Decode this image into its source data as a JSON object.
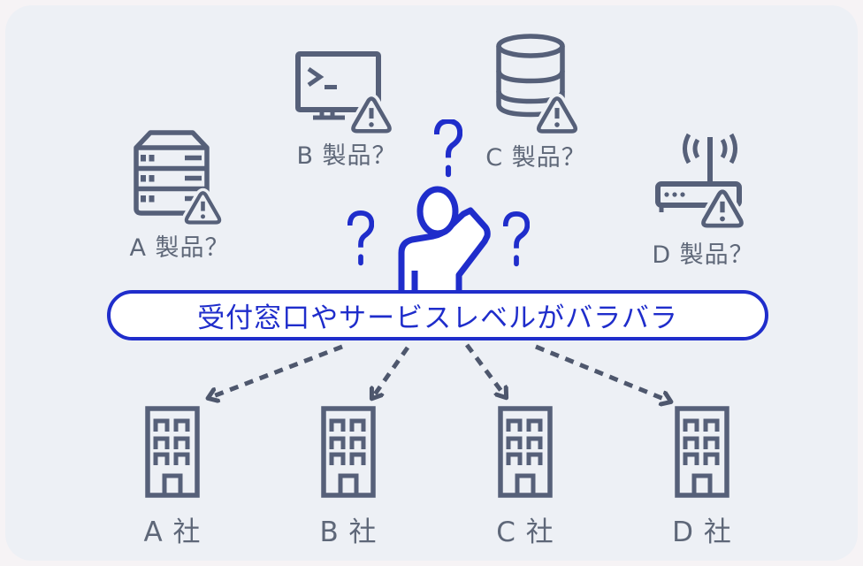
{
  "banner": {
    "text": "受付窓口やサービスレベルがバラバラ"
  },
  "products": [
    {
      "label": "A 製品？",
      "icon": "server-rack-icon",
      "status_icon": "warning-triangle-icon"
    },
    {
      "label": "B 製品？",
      "icon": "terminal-monitor-icon",
      "status_icon": "warning-triangle-icon"
    },
    {
      "label": "C 製品？",
      "icon": "database-icon",
      "status_icon": "warning-triangle-icon"
    },
    {
      "label": "D 製品？",
      "icon": "wifi-router-icon",
      "status_icon": "warning-triangle-icon"
    }
  ],
  "companies": [
    {
      "label": "A 社",
      "icon": "office-building-icon"
    },
    {
      "label": "B 社",
      "icon": "office-building-icon"
    },
    {
      "label": "C 社",
      "icon": "office-building-icon"
    },
    {
      "label": "D 社",
      "icon": "office-building-icon"
    }
  ],
  "person": {
    "icon": "person-scratching-head-icon",
    "question_mark_count": 3
  },
  "arrows": {
    "count": 4,
    "style": "dashed"
  },
  "colors": {
    "outer_background": "#f6f3f5",
    "card_background": "#edf0f5",
    "icon_gray": "#566079",
    "arrow_gray": "#4e576d",
    "text_gray": "#5e6778",
    "accent_blue": "#1f2dcb",
    "banner_fill": "#ffffff"
  }
}
